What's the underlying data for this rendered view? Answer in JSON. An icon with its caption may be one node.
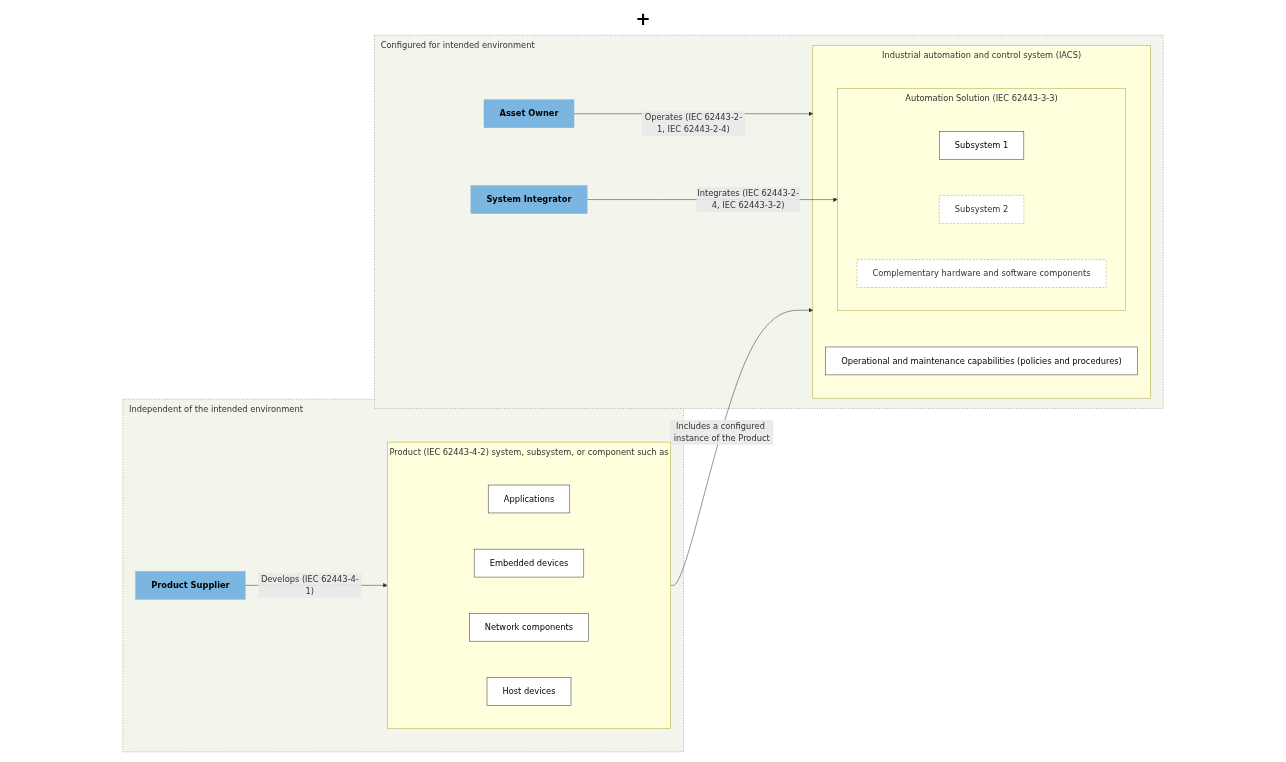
{
  "diagram": {
    "nodes": [
      {
        "text": [
          "Configured for intended environment"
        ]
      },
      {
        "text": [
          "Asset Owner"
        ],
        "in": 0
      },
      {
        "text": [
          "System Integrator"
        ],
        "in": 0
      },
      {
        "text": [
          "Industrial automation and control system (IACS)"
        ],
        "in": 0
      },
      {
        "text": [
          "Operational and maintenance capabilities (policies and procedures)"
        ],
        "in": 3
      },
      {
        "text": [
          "Automation Solution (IEC 62443-3-3)"
        ],
        "in": 3
      },
      {
        "text": [
          "Subsystem 1"
        ],
        "in": 5
      },
      {
        "text": [
          "Subsystem 2"
        ],
        "in": 5
      },
      {
        "text": [
          "Complementary hardware and software components"
        ],
        "in": 5
      },
      {
        "text": [
          "Independent of the intended environment"
        ]
      },
      {
        "text": [
          "Product Supplier"
        ],
        "in": 9
      },
      {
        "text": [
          "Product (IEC 62443-4-2) system, subsystem, or component such as"
        ],
        "in": 9
      },
      {
        "text": [
          "Applications"
        ],
        "in": 11
      },
      {
        "text": [
          "Embedded devices"
        ],
        "in": 11
      },
      {
        "text": [
          "Network components"
        ],
        "in": 11
      },
      {
        "text": [
          "Host devices"
        ],
        "in": 11
      }
    ],
    "edges": [
      {
        "from": 1,
        "to": 3,
        "arrow": "to",
        "label": "Operates (IEC 62443-2-1, IEC 62443-2-4)"
      },
      {
        "from": 2,
        "to": 5,
        "arrow": "to",
        "label": "Integrates (IEC 62443-2-4, IEC 62443-3-2)"
      },
      {
        "from": 10,
        "to": 11,
        "arrow": "to",
        "label": "Develops (IEC 62443-4-1)"
      },
      {
        "from": 11,
        "to": 3,
        "arrow": "to",
        "label": "Includes a configured instance of the Product"
      }
    ],
    "labels": [
      "+"
    ]
  }
}
